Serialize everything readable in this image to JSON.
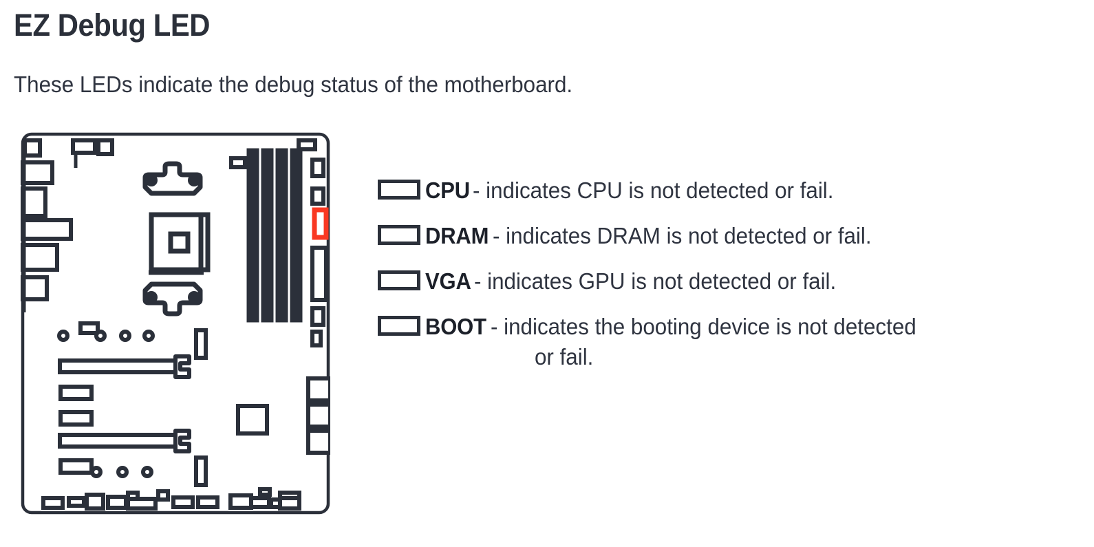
{
  "page": {
    "title": "EZ Debug LED",
    "subtitle": "These LEDs indicate the debug status of the motherboard."
  },
  "colors": {
    "ink": "#2b303a",
    "ink_dark": "#1c2029",
    "highlight_red": "#f93822",
    "background": "#ffffff"
  },
  "diagram": {
    "name": "motherboard-diagram",
    "highlight_label": "ez-debug-led-location",
    "highlight_color": "#f93822"
  },
  "legend": {
    "items": [
      {
        "icon": "led-indicator-icon",
        "name": "CPU",
        "desc": "- indicates CPU is not detected or fail.",
        "desc_wrap": ""
      },
      {
        "icon": "led-indicator-icon",
        "name": "DRAM",
        "desc": "- indicates DRAM is not detected or fail.",
        "desc_wrap": ""
      },
      {
        "icon": "led-indicator-icon",
        "name": "VGA",
        "desc": "- indicates GPU is not detected or fail.",
        "desc_wrap": ""
      },
      {
        "icon": "led-indicator-icon",
        "name": "BOOT",
        "desc": "- indicates the booting device is not detected",
        "desc_wrap": "or fail."
      }
    ]
  }
}
